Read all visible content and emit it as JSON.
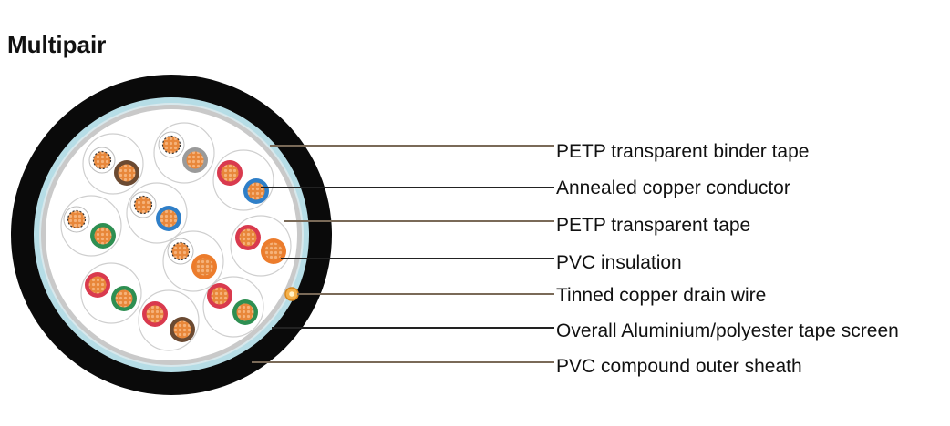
{
  "title": "Multipair",
  "colors": {
    "sheath": "#0a0a0a",
    "screen": "#b6dde6",
    "binder_tape": "#c8c8c8",
    "copper": "#e8873a",
    "leader_dark": "#222222",
    "leader_light": "#7a6a58"
  },
  "labels": [
    {
      "id": "petp-binder-tape",
      "text": "PETP transparent binder tape"
    },
    {
      "id": "annealed-copper-conductor",
      "text": "Annealed copper conductor"
    },
    {
      "id": "petp-transparent-tape",
      "text": "PETP transparent tape"
    },
    {
      "id": "pvc-insulation",
      "text": "PVC insulation"
    },
    {
      "id": "tinned-copper-drain-wire",
      "text": "Tinned copper drain wire"
    },
    {
      "id": "overall-screen",
      "text": "Overall Aluminium/polyester tape screen"
    },
    {
      "id": "pvc-outer-sheath",
      "text": "PVC compound outer sheath"
    }
  ],
  "pairs": [
    {
      "a": "white",
      "b": "brown"
    },
    {
      "a": "white",
      "b": "grey"
    },
    {
      "a": "red",
      "b": "blue"
    },
    {
      "a": "white",
      "b": "green"
    },
    {
      "a": "white",
      "b": "blue"
    },
    {
      "a": "red",
      "b": "orange"
    },
    {
      "a": "white",
      "b": "orange"
    },
    {
      "a": "red",
      "b": "green"
    },
    {
      "a": "red",
      "b": "green"
    },
    {
      "a": "red",
      "b": "brown"
    }
  ]
}
